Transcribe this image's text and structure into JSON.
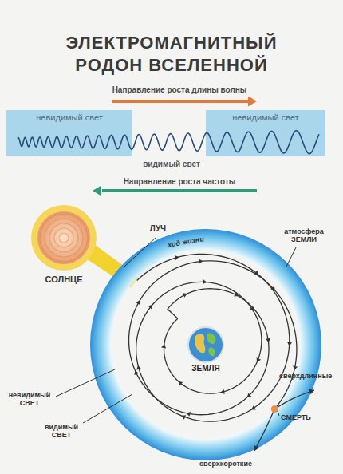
{
  "diagram": {
    "title": "ЭЛЕКТРОМАГНИТНЫЙ РОДОН ВСЕЛЕННОЙ",
    "nodes": [
      {
        "text": [
          "невидимый свет"
        ]
      },
      {
        "text": [
          "невидимый свет"
        ]
      },
      {
        "text": [
          "СОЛНЦЕ"
        ]
      },
      {
        "text": [
          "атмосфера ЗЕМЛИ"
        ]
      },
      {
        "text": [
          "ЗЕМЛЯ"
        ],
        "in": 3
      }
    ],
    "labels": [
      "Направление роста длины волны",
      "видимый свет",
      "Направление роста частоты",
      "ЛУЧ",
      "ход жизни",
      "невидимый СВЕТ",
      "видимый СВЕТ",
      "сверхдлинные",
      "СМЕРТЬ",
      "сверхкороткие"
    ]
  }
}
